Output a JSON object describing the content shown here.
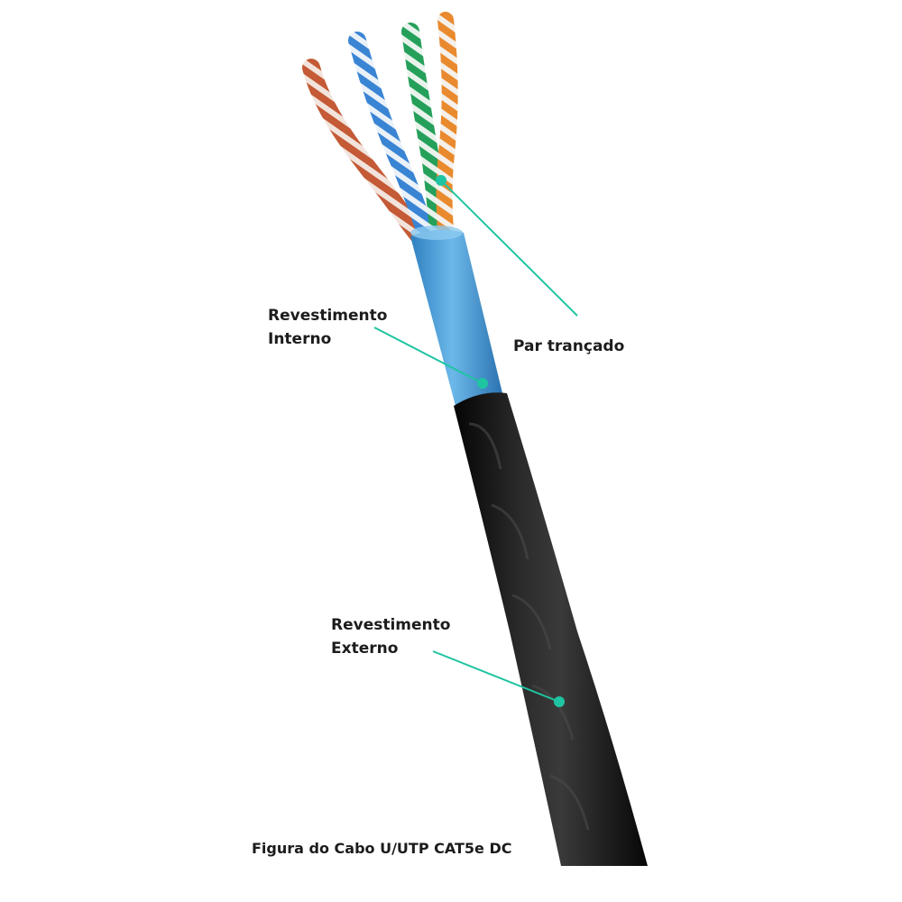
{
  "labels": {
    "inner_jacket": {
      "line1": "Revestimento",
      "line2": "Interno"
    },
    "twisted_pair": {
      "text": "Par trançado"
    },
    "outer_jacket": {
      "line1": "Revestimento",
      "line2": "Externo"
    }
  },
  "caption": "Figura do Cabo U/UTP CAT5e DC",
  "colors": {
    "pointer": "#1fc4a2",
    "inner_jacket": "#4aa3dd",
    "outer_jacket": "#1b1b1b",
    "pair_orange": "#e07a2a",
    "pair_green": "#2aa55a",
    "pair_blue": "#3b7fcf",
    "pair_brown": "#b5532f"
  },
  "icons": [
    "cable-photo"
  ]
}
